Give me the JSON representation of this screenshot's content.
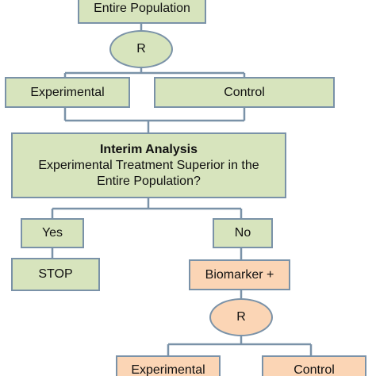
{
  "nodes": {
    "entire_population": "Entire Population",
    "randomize_top": "R",
    "experimental_top": "Experimental",
    "control_top": "Control",
    "interim_title": "Interim Analysis",
    "interim_question": "Experimental Treatment Superior in the Entire Population?",
    "yes": "Yes",
    "no": "No",
    "stop": "STOP",
    "biomarker_positive": "Biomarker +",
    "randomize_bottom": "R",
    "experimental_bottom": "Experimental",
    "control_bottom": "Control"
  },
  "colors": {
    "green_fill": "#d7e4bd",
    "orange_fill": "#fbd5b5",
    "border": "#7a92a8",
    "connector": "#7a92a8"
  }
}
